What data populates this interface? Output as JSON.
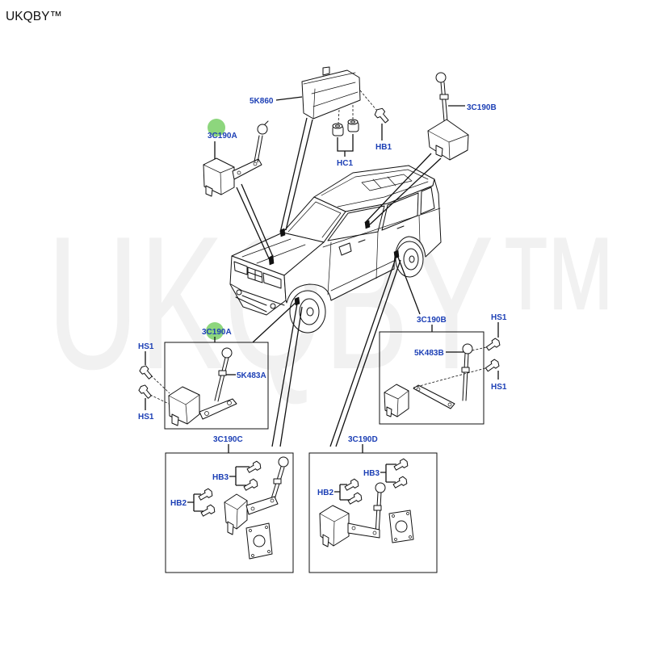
{
  "brand": {
    "mark": "UKQBY™",
    "watermark": "UKQBY™"
  },
  "callouts": {
    "module": "5K860",
    "sensor_upper_left": "3C190A",
    "sensor_upper_right": "3C190B",
    "grommets": "HC1",
    "module_bolt": "HB1"
  },
  "detail_boxes": {
    "middle_left": {
      "title": "3C190A",
      "bolt_top": "HS1",
      "link": "5K483A",
      "bolt_bottom": "HS1"
    },
    "middle_right": {
      "title": "3C190B",
      "bolt_top": "HS1",
      "link": "5K483B",
      "bolt_bottom": "HS1"
    },
    "bottom_left": {
      "title": "3C190C",
      "bolts_upper": "HB3",
      "bolts_lower": "HB2"
    },
    "bottom_right": {
      "title": "3C190D",
      "bolts_upper": "HB3",
      "bolts_lower": "HB2"
    }
  },
  "colors": {
    "callout": "#1c3fb5",
    "highlight": "#79cf66",
    "ink": "#111111",
    "watermark": "#f1f1f1"
  }
}
